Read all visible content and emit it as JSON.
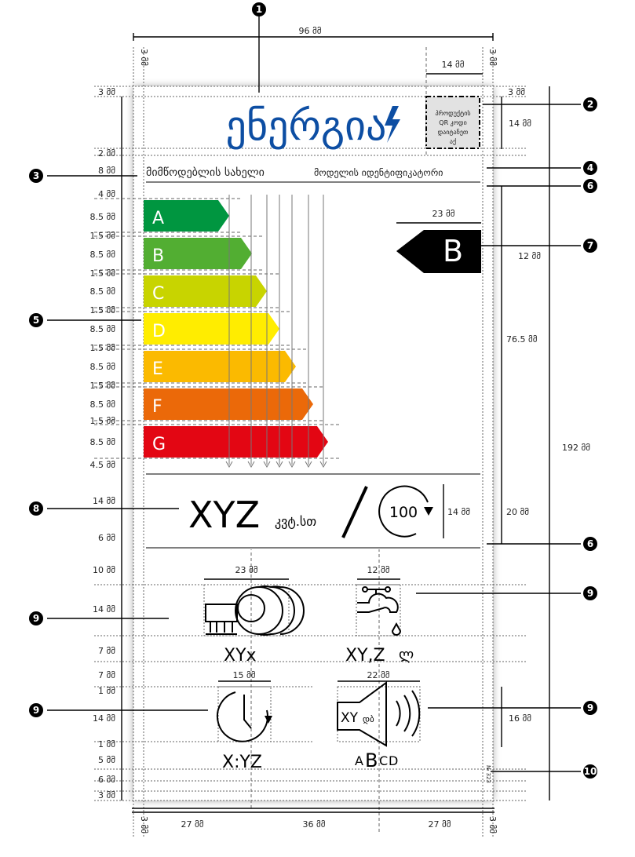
{
  "header": {
    "logo_text": "ენერგია",
    "qr_placeholder": [
      "პროდუქტის",
      "QR კოდი",
      "დაიტანეთ",
      "აქ"
    ],
    "supplier_name": "მიმწოდებლის სახელი",
    "model_identifier": "მოდელის იდენტიფიკატორი"
  },
  "energy_scale": {
    "classes": [
      "A",
      "B",
      "C",
      "D",
      "E",
      "F",
      "G"
    ],
    "colors": [
      "#009640",
      "#52ae32",
      "#c8d400",
      "#ffed00",
      "#fbba00",
      "#eb6909",
      "#e30613"
    ],
    "selected_class": "B"
  },
  "consumption": {
    "value": "XYZ",
    "unit": "კვტ.სთ",
    "cycles": "100"
  },
  "pictograms": {
    "place_settings": "XYx",
    "water": "XY,Z",
    "water_unit": "ლ",
    "duration": "X:YZ",
    "noise_value": "XY",
    "noise_unit": "დბ",
    "noise_classes": [
      "A",
      "B",
      "C",
      "D"
    ]
  },
  "regulation_number": "№ 323",
  "dimensions": {
    "left": [
      "3 მმ",
      "2 მმ",
      "8 მმ",
      "4 მმ",
      "8.5 მმ",
      "1.5 მმ",
      "8.5 მმ",
      "1.5 მმ",
      "8.5 მმ",
      "1.5 მმ",
      "8.5 მმ",
      "1.5 მმ",
      "8.5 მმ",
      "1.5 მმ",
      "8.5 მმ",
      "1.5 მმ",
      "8.5 მმ",
      "4.5 მმ",
      "14 მმ",
      "6 მმ",
      "10 მმ",
      "14 მმ",
      "7 მმ",
      "7 მმ",
      "1 მმ",
      "14 მმ",
      "1 მმ",
      "5 მმ",
      "6 მმ",
      "3 მმ"
    ],
    "right": [
      "3 მმ",
      "14 მმ",
      "12 მმ",
      "76.5 მმ",
      "20 მმ",
      "192 მმ",
      "16 მმ"
    ],
    "top_width": "96 მმ",
    "qr_width": "14 მმ",
    "arrow_width": "23 მმ",
    "cycle_height": "14 მმ",
    "dishes_width": "23 მმ",
    "tap_width": "12 მმ",
    "clock_width": "15 მმ",
    "speaker_width": "22 მმ",
    "margin": "3 მმ",
    "bottom": [
      "27 მმ",
      "36 მმ",
      "27 მმ"
    ]
  },
  "callouts": [
    "1",
    "2",
    "3",
    "4",
    "5",
    "6",
    "6",
    "7",
    "8",
    "9",
    "9",
    "9",
    "9",
    "10"
  ]
}
